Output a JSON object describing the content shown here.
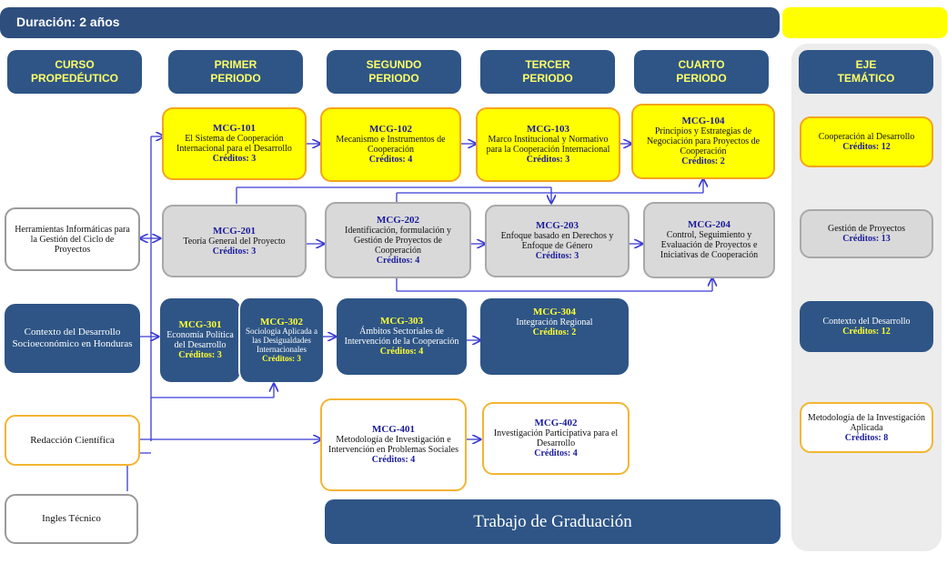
{
  "duration": "Duración: 2 años",
  "headers": {
    "c0": [
      "CURSO",
      "PROPEDÉUTICO"
    ],
    "c1": [
      "PRIMER",
      "PERIODO"
    ],
    "c2": [
      "SEGUNDO",
      "PERIODO"
    ],
    "c3": [
      "TERCER",
      "PERIODO"
    ],
    "c4": [
      "CUARTO",
      "PERIODO"
    ],
    "c5": [
      "EJE",
      "TEMÁTICO"
    ]
  },
  "propedeutic": {
    "p1": "Herramientas Informáticas para la Gestión del Ciclo de Proyectos",
    "p2": "Contexto del Desarrollo Socioeconómico en Honduras",
    "p3": "Redacción Científica",
    "p4": "Ingles Técnico"
  },
  "courses": {
    "m101": {
      "code": "MCG-101",
      "name": "El Sistema de Cooperación Internacional para el Desarrollo",
      "credits": "Créditos: 3"
    },
    "m102": {
      "code": "MCG-102",
      "name": "Mecanismo e Instrumentos de Cooperación",
      "credits": "Créditos: 4"
    },
    "m103": {
      "code": "MCG-103",
      "name": "Marco Institucional y Normativo para la Cooperación Internacional",
      "credits": "Créditos: 3"
    },
    "m104": {
      "code": "MCG-104",
      "name": "Principios y Estrategias de Negociación para Proyectos de Cooperación",
      "credits": "Créditos: 2"
    },
    "m201": {
      "code": "MCG-201",
      "name": "Teoría General del Proyecto",
      "credits": "Créditos: 3"
    },
    "m202": {
      "code": "MCG-202",
      "name": "Identificación, formulación y Gestión de Proyectos de Cooperación",
      "credits": "Créditos: 4"
    },
    "m203": {
      "code": "MCG-203",
      "name": "Enfoque basado en Derechos y Enfoque de Género",
      "credits": "Créditos: 3"
    },
    "m204": {
      "code": "MCG-204",
      "name": "Control, Seguimiento y Evaluación de Proyectos e Iniciativas de Cooperación",
      "credits": ""
    },
    "m301": {
      "code": "MCG-301",
      "name": "Economía Política del Desarrollo",
      "credits": "Créditos: 3"
    },
    "m302": {
      "code": "MCG-302",
      "name": "Sociología Aplicada a las Desigualdades Internacionales",
      "credits": "Créditos: 3"
    },
    "m303": {
      "code": "MCG-303",
      "name": "Ámbitos Sectoriales de Intervención de la Cooperación",
      "credits": "Créditos: 4"
    },
    "m304": {
      "code": "MCG-304",
      "name": "Integración Regional",
      "credits": "Créditos: 2"
    },
    "m401": {
      "code": "MCG-401",
      "name": "Metodología de Investigación e Intervención en Problemas Sociales",
      "credits": "Créditos: 4"
    },
    "m402": {
      "code": "MCG-402",
      "name": "Investigación Participativa para el Desarrollo",
      "credits": "Créditos: 4"
    }
  },
  "axes": {
    "a1": {
      "name": "Cooperación al Desarrollo",
      "credits": "Créditos: 12"
    },
    "a2": {
      "name": "Gestión de Proyectos",
      "credits": "Créditos: 13"
    },
    "a3": {
      "name": "Contexto del Desarrollo",
      "credits": "Créditos: 12"
    },
    "a4": {
      "name": "Metodología de la Investigación Aplicada",
      "credits": "Créditos: 8"
    }
  },
  "thesis": "Trabajo de Graduación",
  "colors": {
    "navy": "#2e5586",
    "yellow": "#ffff00",
    "orange_border": "#f3a51b",
    "arrow": "#3a3ad6"
  }
}
